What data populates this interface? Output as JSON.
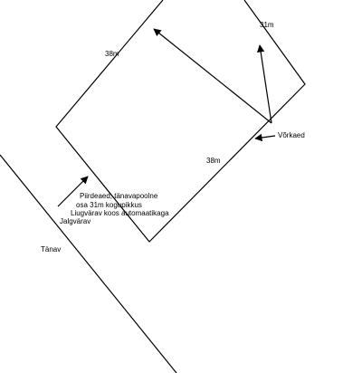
{
  "labels": {
    "top_edge": "38m",
    "right_edge": "31m",
    "bottom_edge": "38m",
    "fence_type": "Võrkaed",
    "street_fence": [
      "Piirdeaed, tänavapoolne",
      "osa 31m kogupikkus",
      "Liugvärav koos automaatikaga",
      "Jalgvärav"
    ],
    "street": "Tänav"
  },
  "colors": {
    "ink": "#000000",
    "paper": "#ffffff"
  }
}
